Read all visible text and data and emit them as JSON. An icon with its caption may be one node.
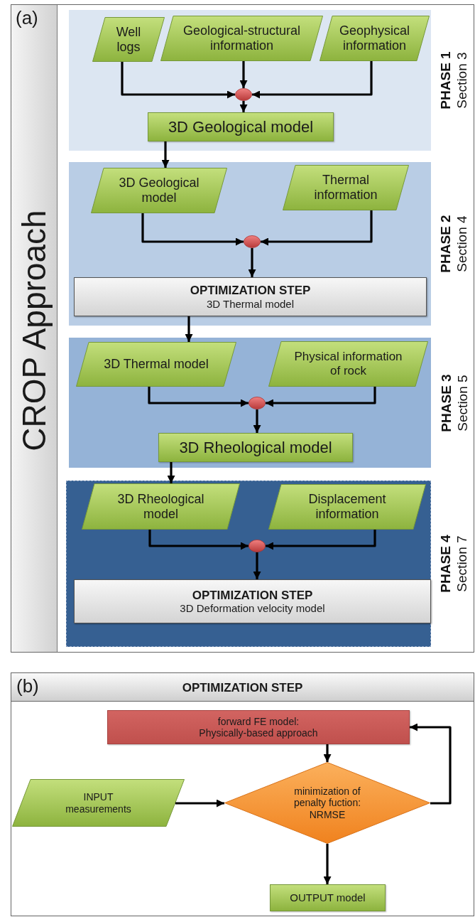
{
  "diagram": {
    "nodes": [
      {
        "text": [
          "(a)",
          "CROP Approach"
        ]
      },
      {
        "text": [],
        "shape": "box",
        "in": 0,
        "beside": [
          "PHASE 1",
          "Section 3"
        ]
      },
      {
        "text": [
          "Well logs"
        ],
        "in": 1
      },
      {
        "text": [
          "Geological-structural information"
        ],
        "in": 1
      },
      {
        "text": [
          "Geophysical information"
        ],
        "in": 1
      },
      {
        "text": [],
        "shape": "circle",
        "in": 1
      },
      {
        "text": [
          "3D Geological model"
        ],
        "in": 1
      },
      {
        "text": [],
        "shape": "box",
        "in": 0,
        "beside": [
          "PHASE 2",
          "Section 4"
        ]
      },
      {
        "text": [
          "3D Geological model"
        ],
        "in": 7
      },
      {
        "text": [
          "Thermal information"
        ],
        "in": 7
      },
      {
        "text": [],
        "shape": "circle",
        "in": 7
      },
      {
        "text": [
          "OPTIMIZATION STEP",
          "3D Thermal model"
        ],
        "in": 7
      },
      {
        "text": [],
        "shape": "box",
        "in": 0,
        "beside": [
          "PHASE 3",
          "Section 5"
        ]
      },
      {
        "text": [
          "3D Thermal model"
        ],
        "in": 12
      },
      {
        "text": [
          "Physical information of rock"
        ],
        "in": 12
      },
      {
        "text": [],
        "shape": "circle",
        "in": 12
      },
      {
        "text": [
          "3D Rheological model"
        ],
        "in": 12
      },
      {
        "text": [],
        "shape": "box",
        "in": 0,
        "beside": [
          "PHASE 4",
          "Section 7"
        ]
      },
      {
        "text": [
          "3D Rheological model"
        ],
        "in": 17
      },
      {
        "text": [
          "Displacement information"
        ],
        "in": 17
      },
      {
        "text": [],
        "shape": "circle",
        "in": 17
      },
      {
        "text": [
          "OPTIMIZATION STEP",
          "3D Deformation velocity model"
        ],
        "in": 17
      },
      {
        "text": [
          "(b)",
          "OPTIMIZATION STEP"
        ]
      },
      {
        "text": [
          "forward FE model: Physically-based approach"
        ],
        "in": 22
      },
      {
        "text": [
          "minimization of penalty fuction: NRMSE"
        ],
        "in": 22
      },
      {
        "text": [
          "INPUT measurements"
        ],
        "in": 22
      },
      {
        "text": [
          "OUTPUT model"
        ],
        "in": 22
      }
    ],
    "edges": [
      {
        "from": 2,
        "to": 5,
        "arrow": "to"
      },
      {
        "from": 3,
        "to": 5,
        "arrow": "to"
      },
      {
        "from": 4,
        "to": 5,
        "arrow": "to"
      },
      {
        "from": 5,
        "to": 6,
        "arrow": "to"
      },
      {
        "from": 6,
        "to": 8,
        "arrow": "to"
      },
      {
        "from": 8,
        "to": 10,
        "arrow": "to"
      },
      {
        "from": 9,
        "to": 10,
        "arrow": "to"
      },
      {
        "from": 10,
        "to": 11,
        "arrow": "to"
      },
      {
        "from": 11,
        "to": 13,
        "arrow": "to"
      },
      {
        "from": 13,
        "to": 15,
        "arrow": "to"
      },
      {
        "from": 14,
        "to": 15,
        "arrow": "to"
      },
      {
        "from": 15,
        "to": 16,
        "arrow": "to"
      },
      {
        "from": 16,
        "to": 18,
        "arrow": "to"
      },
      {
        "from": 18,
        "to": 20,
        "arrow": "to"
      },
      {
        "from": 19,
        "to": 20,
        "arrow": "to"
      },
      {
        "from": 20,
        "to": 21,
        "arrow": "to"
      },
      {
        "from": 23,
        "to": 24,
        "arrow": "to"
      },
      {
        "from": 25,
        "to": 24,
        "arrow": "to"
      },
      {
        "from": 24,
        "to": 23,
        "arrow": "to"
      },
      {
        "from": 24,
        "to": 26,
        "arrow": "to"
      }
    ]
  }
}
